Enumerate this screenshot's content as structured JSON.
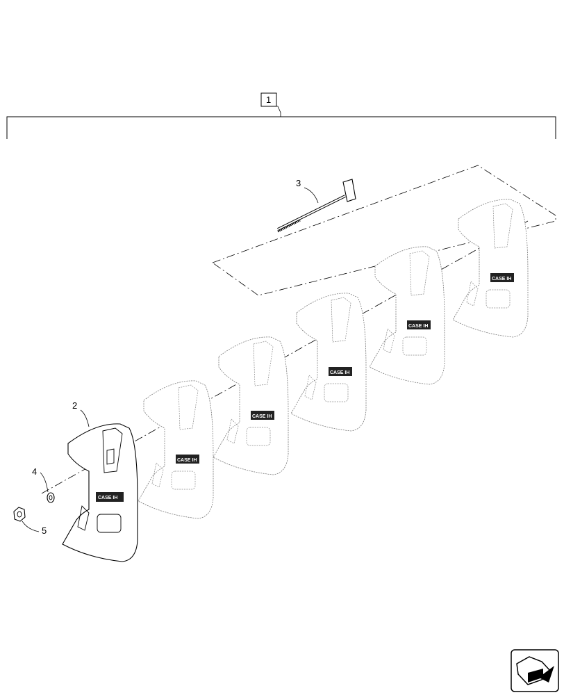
{
  "callouts": [
    {
      "id": "1",
      "label": "1"
    },
    {
      "id": "2",
      "label": "2"
    },
    {
      "id": "3",
      "label": "3"
    },
    {
      "id": "4",
      "label": "4"
    },
    {
      "id": "5",
      "label": "5"
    }
  ],
  "weight_logo": "CASE IH",
  "weight_count": 6,
  "nav_icon": "next-page-arrow-icon"
}
